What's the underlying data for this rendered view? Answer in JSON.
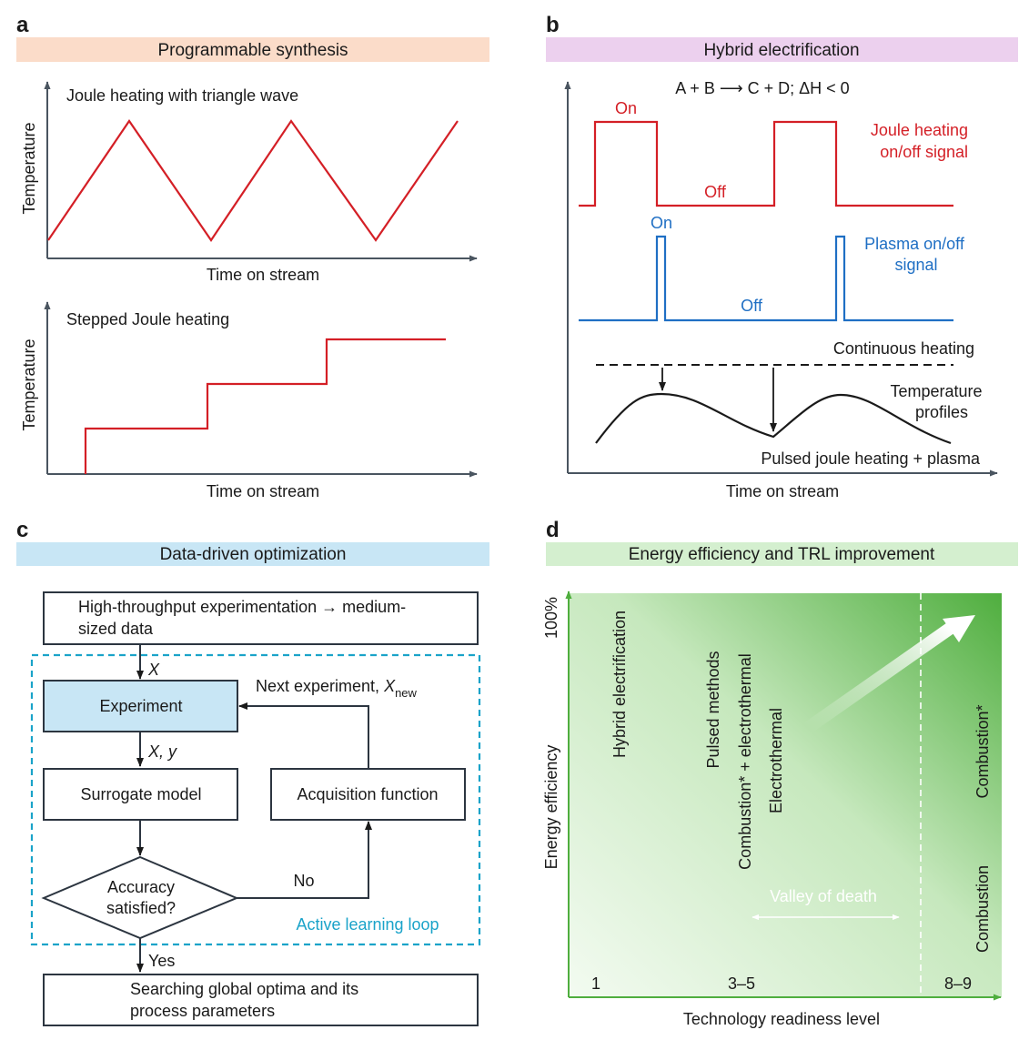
{
  "panel_a": {
    "label": "a",
    "title": "Programmable synthesis",
    "title_bg": "#fbdcc9",
    "top": {
      "annotation": "Joule heating with triangle wave",
      "ylabel": "Temperature",
      "xlabel": "Time on stream"
    },
    "bottom": {
      "annotation": "Stepped Joule heating",
      "ylabel": "Temperature",
      "xlabel": "Time on stream"
    },
    "line_color": "#d41f26"
  },
  "panel_b": {
    "label": "b",
    "title": "Hybrid electrification",
    "title_bg": "#ecd0ee",
    "equation": "A + B ⟶ C + D; ΔH < 0",
    "joule": {
      "on": "On",
      "off": "Off",
      "legend_line1": "Joule heating",
      "legend_line2": "on/off signal",
      "color": "#d41f26"
    },
    "plasma": {
      "on": "On",
      "off": "Off",
      "legend_line1": "Plasma on/off",
      "legend_line2": "signal",
      "color": "#1f6fc4"
    },
    "continuous": "Continuous heating",
    "temp_line1": "Temperature",
    "temp_line2": "profiles",
    "pulsed": "Pulsed joule heating + plasma",
    "xlabel": "Time on stream"
  },
  "panel_c": {
    "label": "c",
    "title": "Data-driven optimization",
    "title_bg": "#c8e6f5",
    "hte_line1": "High-throughput experimentation → medium-",
    "hte_line2": "sized data",
    "x_label": "X",
    "experiment": "Experiment",
    "next_exp": "Next experiment, ",
    "next_var": "X",
    "next_sub": "new",
    "xy_label": "X, y",
    "surrogate": "Surrogate model",
    "acquisition": "Acquisition function",
    "accuracy_line1": "Accuracy",
    "accuracy_line2": "satisfied?",
    "no": "No",
    "yes": "Yes",
    "loop": "Active learning loop",
    "search_line1": "Searching global optima and its",
    "search_line2": "process parameters",
    "experiment_bg": "#c8e6f5",
    "loop_color": "#1aa3c9"
  },
  "panel_d": {
    "label": "d",
    "title": "Energy efficiency and TRL improvement",
    "title_bg": "#d4efcf",
    "ylabel": "Energy efficiency",
    "y100": "100%",
    "xlabel": "Technology readiness level",
    "ticks": [
      "1",
      "3–5",
      "8–9"
    ],
    "labels": [
      "Hybrid electrification",
      "Pulsed methods",
      "Combustion* + electrothermal",
      "Electrothermal",
      "Combustion*",
      "Combustion"
    ],
    "valley": "Valley of death",
    "gradient_light": "#f3fbf1",
    "gradient_dark": "#4fae3e"
  }
}
